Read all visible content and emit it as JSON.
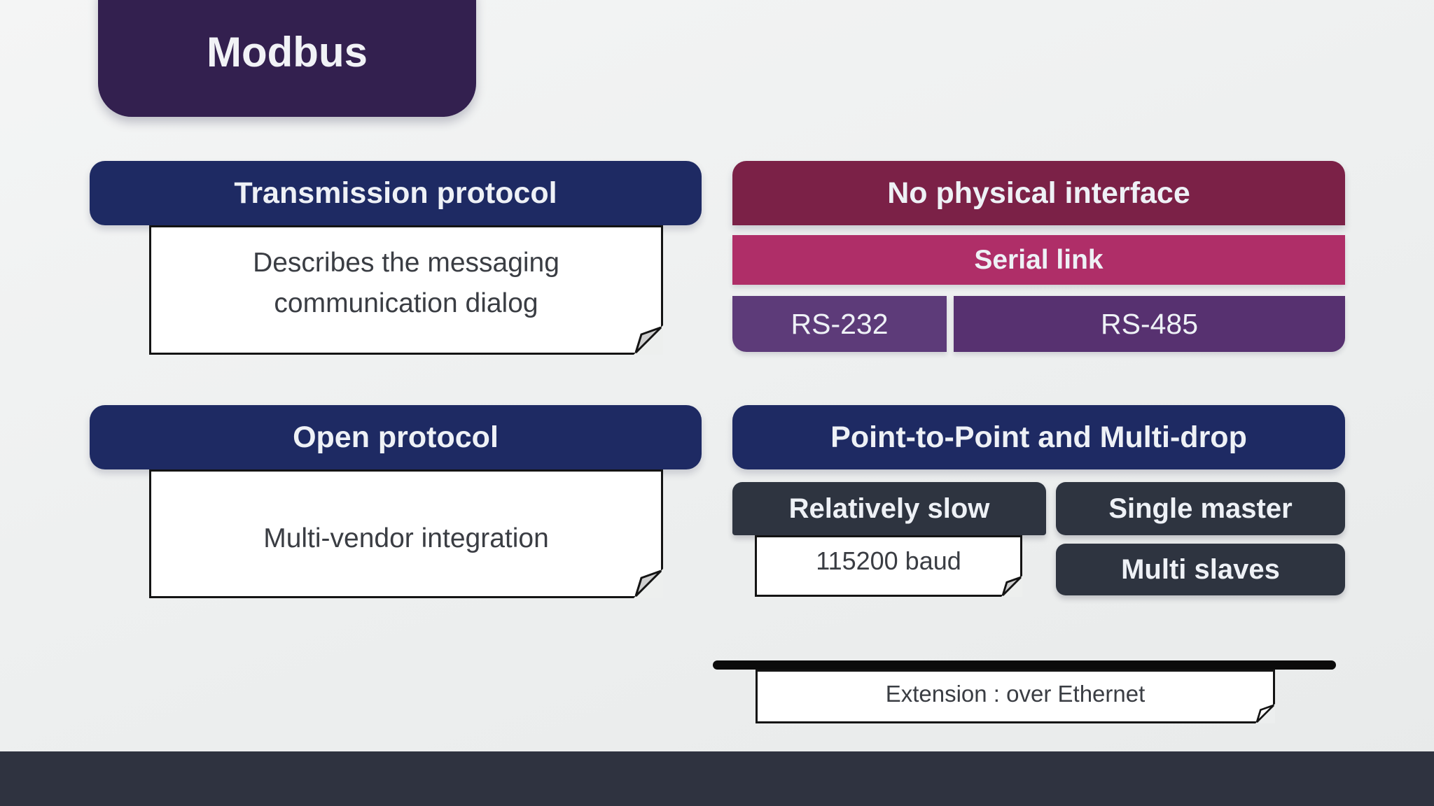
{
  "title": "Modbus",
  "colors": {
    "background": "#eef0f0",
    "title_box": "#33204f",
    "header_navy": "#1e2a63",
    "header_maroon": "#7b2147",
    "serial_pink": "#af2e68",
    "rs232_purple": "#5d3b79",
    "rs485_purple": "#573170",
    "slate_box": "#2e3440",
    "footer": "#2f3340",
    "note_bg": "#ffffff",
    "note_border": "#141414",
    "note_text": "#3a3d43",
    "header_text": "#eef1f6",
    "divider_line": "#0b0b0b"
  },
  "sections": {
    "transmission": {
      "header": "Transmission protocol",
      "note_lines": [
        "Describes the messaging",
        "communication dialog"
      ]
    },
    "open": {
      "header": "Open protocol",
      "note": "Multi-vendor integration"
    },
    "physical": {
      "header": "No physical interface",
      "serial": "Serial link",
      "rs232": "RS-232",
      "rs485": "RS-485"
    },
    "topology": {
      "header": "Point-to-Point and Multi-drop",
      "speed": "Relatively slow",
      "speed_note": "115200 baud",
      "master": "Single master",
      "slaves": "Multi slaves"
    },
    "extension": {
      "note": "Extension : over Ethernet"
    }
  }
}
